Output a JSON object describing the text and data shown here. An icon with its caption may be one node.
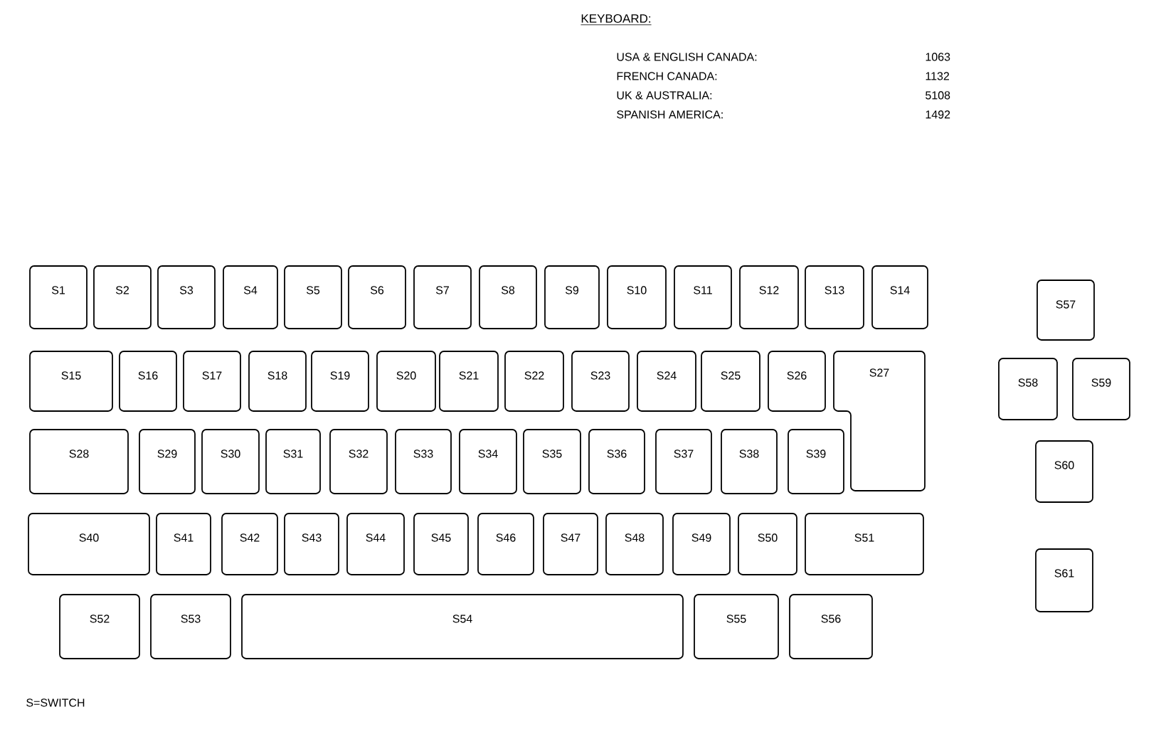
{
  "diagram": {
    "title": "KEYBOARD:",
    "nodes": [
      {
        "text": [
          "S1"
        ]
      },
      {
        "text": [
          "S2"
        ]
      },
      {
        "text": [
          "S3"
        ]
      },
      {
        "text": [
          "S4"
        ]
      },
      {
        "text": [
          "S5"
        ]
      },
      {
        "text": [
          "S6"
        ]
      },
      {
        "text": [
          "S7"
        ]
      },
      {
        "text": [
          "S8"
        ]
      },
      {
        "text": [
          "S9"
        ]
      },
      {
        "text": [
          "S10"
        ]
      },
      {
        "text": [
          "S11"
        ]
      },
      {
        "text": [
          "S12"
        ]
      },
      {
        "text": [
          "S13"
        ]
      },
      {
        "text": [
          "S14"
        ]
      },
      {
        "text": [
          "S57"
        ]
      },
      {
        "text": [
          "S15"
        ]
      },
      {
        "text": [
          "S16"
        ]
      },
      {
        "text": [
          "S17"
        ]
      },
      {
        "text": [
          "S18"
        ]
      },
      {
        "text": [
          "S19"
        ]
      },
      {
        "text": [
          "S20"
        ]
      },
      {
        "text": [
          "S21"
        ]
      },
      {
        "text": [
          "S22"
        ]
      },
      {
        "text": [
          "S23"
        ]
      },
      {
        "text": [
          "S24"
        ]
      },
      {
        "text": [
          "S25"
        ]
      },
      {
        "text": [
          "S26"
        ]
      },
      {
        "text": [
          "S27"
        ]
      },
      {
        "text": [
          "S58"
        ]
      },
      {
        "text": [
          "S59"
        ]
      },
      {
        "text": [
          "S28"
        ]
      },
      {
        "text": [
          "S29"
        ]
      },
      {
        "text": [
          "S30"
        ]
      },
      {
        "text": [
          "S31"
        ]
      },
      {
        "text": [
          "S32"
        ]
      },
      {
        "text": [
          "S33"
        ]
      },
      {
        "text": [
          "S34"
        ]
      },
      {
        "text": [
          "S35"
        ]
      },
      {
        "text": [
          "S36"
        ]
      },
      {
        "text": [
          "S37"
        ]
      },
      {
        "text": [
          "S38"
        ]
      },
      {
        "text": [
          "S39"
        ]
      },
      {
        "text": [
          "S60"
        ]
      },
      {
        "text": [
          "S40"
        ]
      },
      {
        "text": [
          "S41"
        ]
      },
      {
        "text": [
          "S42"
        ]
      },
      {
        "text": [
          "S43"
        ]
      },
      {
        "text": [
          "S44"
        ]
      },
      {
        "text": [
          "S45"
        ]
      },
      {
        "text": [
          "S46"
        ]
      },
      {
        "text": [
          "S47"
        ]
      },
      {
        "text": [
          "S48"
        ]
      },
      {
        "text": [
          "S49"
        ]
      },
      {
        "text": [
          "S50"
        ]
      },
      {
        "text": [
          "S51"
        ]
      },
      {
        "text": [
          "S61"
        ]
      },
      {
        "text": [
          "S52"
        ]
      },
      {
        "text": [
          "S53"
        ]
      },
      {
        "text": [
          "S54"
        ]
      },
      {
        "text": [
          "S55"
        ]
      },
      {
        "text": [
          "S56"
        ]
      }
    ],
    "labels": [
      "USA & ENGLISH CANADA:",
      "1063",
      "FRENCH CANADA:",
      "1132",
      "UK & AUSTRALIA:",
      "5108",
      "SPANISH AMERICA:",
      "1492",
      "S=SWITCH"
    ]
  }
}
